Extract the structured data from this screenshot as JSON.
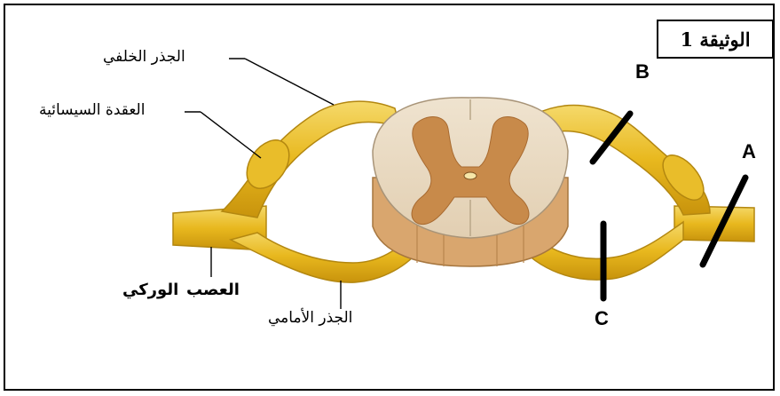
{
  "document_title": "الوثيقة 1",
  "labels": {
    "posterior_root": "الجذر الخلفي",
    "spinal_ganglion": "العقدة السيسائية",
    "sciatic_nerve_part1": "العصب",
    "sciatic_nerve_part2": "الوركي",
    "anterior_root": "الجذر الأمامي"
  },
  "cut_markers": {
    "A": "A",
    "B": "B",
    "C": "C"
  }
}
